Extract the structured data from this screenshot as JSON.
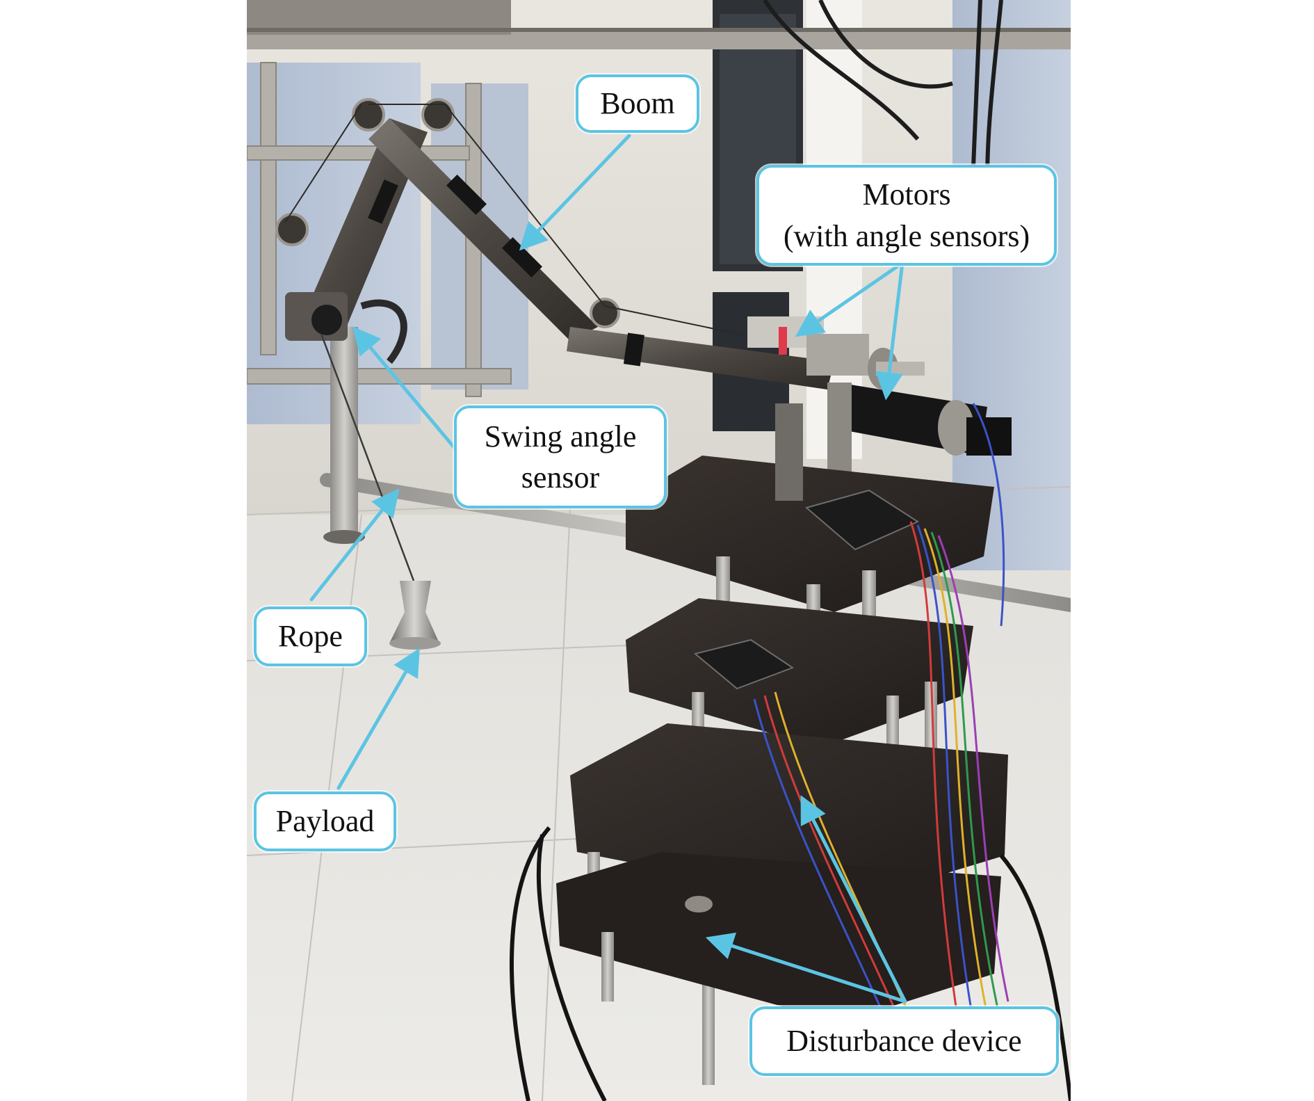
{
  "labels": {
    "boom": "Boom",
    "motors_line1": "Motors",
    "motors_line2": "(with angle sensors)",
    "swing_line1": "Swing angle",
    "swing_line2": "sensor",
    "rope": "Rope",
    "payload": "Payload",
    "disturbance": "Disturbance device"
  },
  "colors": {
    "callout_border": "#5cc4e3",
    "arrow": "#5cc4e3",
    "background": "#ffffff"
  }
}
